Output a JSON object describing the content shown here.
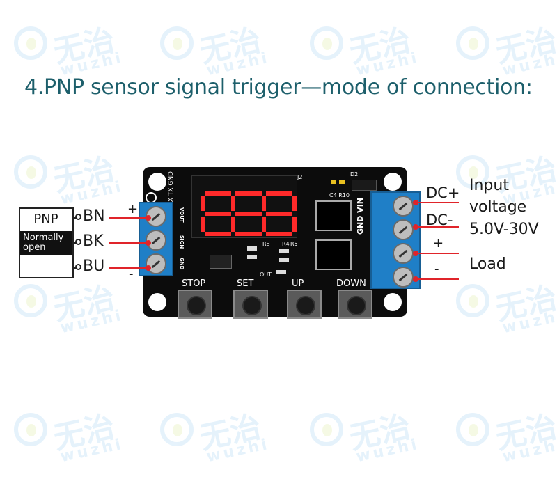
{
  "title": "4.PNP sensor signal trigger—mode of connection:",
  "watermark": {
    "cn": "无治",
    "en": "wuzhi"
  },
  "sensor": {
    "name": "PNP",
    "mode": "Normally open",
    "pins": [
      "BN",
      "BK",
      "BU"
    ],
    "polarity": [
      "+",
      "-"
    ]
  },
  "board": {
    "display": "888",
    "buttons": [
      "STOP",
      "SET",
      "UP",
      "DOWN"
    ],
    "left_terminal": [
      "VOUT",
      "SIGN",
      "GND"
    ],
    "right_terminal": "GND VIN",
    "header_pins": "RX TX GND",
    "silk": {
      "j2": "J2",
      "d2": "D2",
      "c4r10": "C4 R10",
      "r8": "R8",
      "r4": "R4",
      "r5": "R5",
      "out": "OUT"
    }
  },
  "power": {
    "dc_plus": "DC+",
    "dc_minus": "DC-",
    "input": [
      "Input",
      "voltage",
      "5.0V-30V"
    ]
  },
  "load": {
    "label": "Load",
    "plus": "+",
    "minus": "-"
  },
  "colors": {
    "title": "#1d5f6b",
    "terminal": "#1f7fc7",
    "wire": "#e0242a",
    "display": "#ff2a2a",
    "watermark": "#3fa0e8"
  }
}
